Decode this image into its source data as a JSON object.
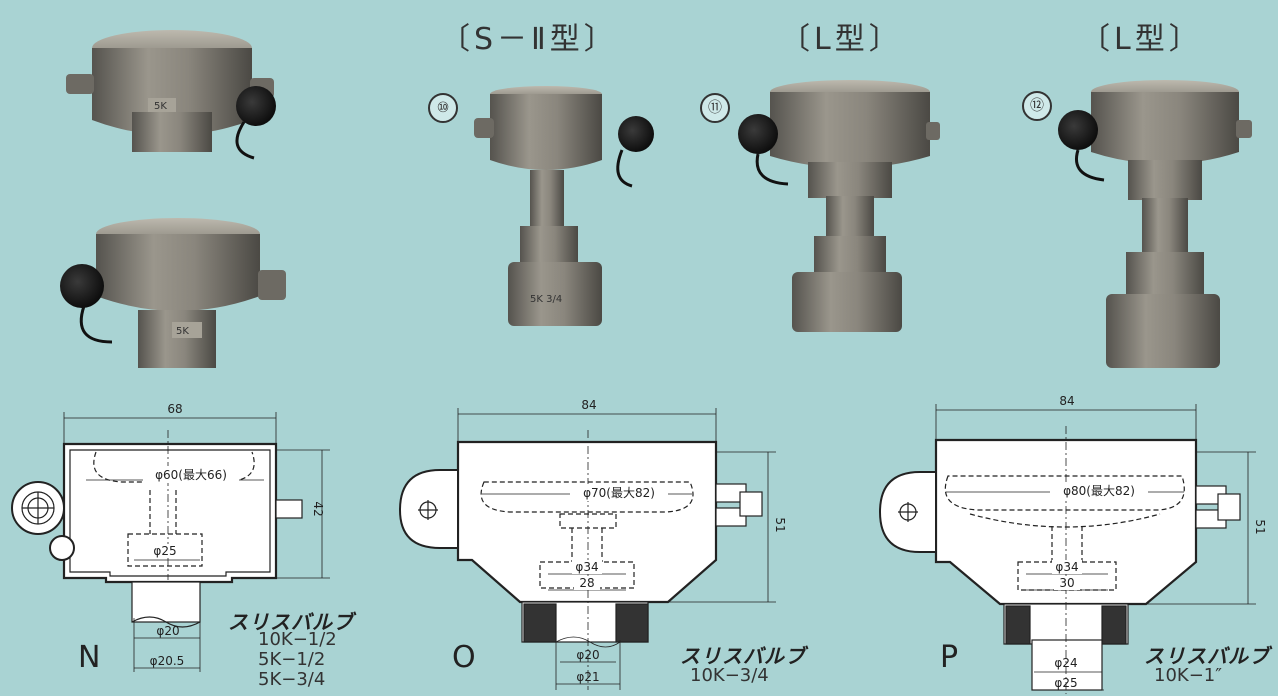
{
  "types": {
    "s2": "〔S－Ⅱ型〕",
    "l1": "〔L型〕",
    "l2": "〔L型〕"
  },
  "photos": {
    "p10": "⑩",
    "p11": "⑪",
    "p12": "⑫",
    "label_top": "5K",
    "label_bottom": "5K",
    "label_valve10": "5K 3/4"
  },
  "drawings": {
    "N": {
      "letter": "N",
      "width": "68",
      "height": "42",
      "inner_dia": "φ60(最大66)",
      "stem_dia": "φ25",
      "pipe_a": "φ20",
      "pipe_b": "φ20.5",
      "valve_title": "スリスバルブ",
      "valve_sizes": [
        "10K−1/2",
        "5K−1/2",
        "5K−3/4"
      ]
    },
    "O": {
      "letter": "O",
      "width": "84",
      "height": "51",
      "inner_dia": "φ70(最大82)",
      "stem_dia": "φ34",
      "stem_w": "28",
      "pipe_a": "φ20",
      "pipe_b": "φ21",
      "valve_title": "スリスバルブ",
      "valve_sizes": [
        "10K−3/4"
      ]
    },
    "P": {
      "letter": "P",
      "width": "84",
      "height": "51",
      "inner_dia": "φ80(最大82)",
      "stem_dia": "φ34",
      "stem_w": "30",
      "pipe_a": "φ24",
      "pipe_b": "φ25",
      "valve_title": "スリスバルブ",
      "valve_sizes": [
        "10K−1″"
      ]
    }
  },
  "colors": {
    "background": "#a9d3d3",
    "metal": "#7d7a72",
    "cap": "#1c1c1c"
  }
}
